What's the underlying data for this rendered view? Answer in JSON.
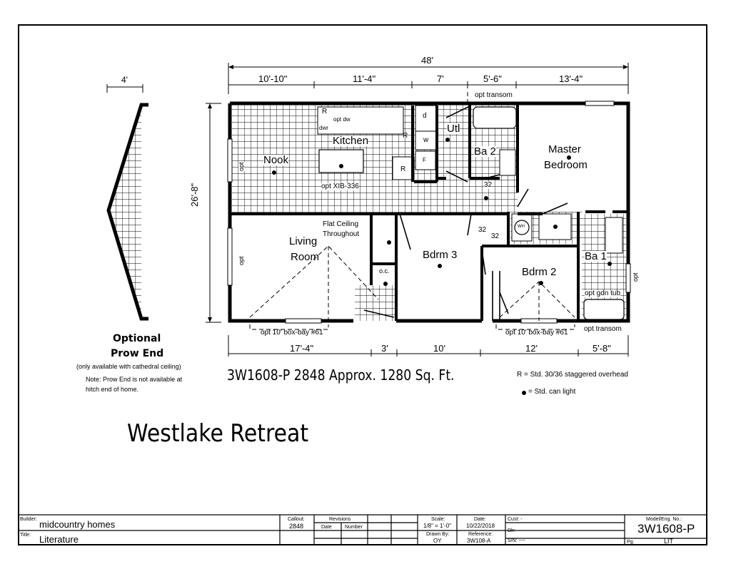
{
  "plan": {
    "overall_width": "48'",
    "depth": "26'-8\"",
    "top_dims": [
      "10'-10\"",
      "11'-4\"",
      "7'",
      "5'-6\"",
      "13'-4\""
    ],
    "bottom_dims": [
      "17'-4\"",
      "3'",
      "10'",
      "12'",
      "5'-8\""
    ],
    "rooms": {
      "nook": "Nook",
      "kitchen": "Kitchen",
      "utl": "Utl",
      "ba2": "Ba 2",
      "master_line1": "Master",
      "master_line2": "Bedroom",
      "living_line1": "Living",
      "living_line2": "Room",
      "bdrm3": "Bdrm 3",
      "bdrm2": "Bdrm 2",
      "ba1": "Ba 1"
    },
    "notes": {
      "opt_transom_top": "opt transom",
      "opt_transom_bottom": "opt transom",
      "opt_xib": "opt XIB-336",
      "flat_ceiling_1": "Flat Ceiling",
      "flat_ceiling_2": "Throughout",
      "opt_gdn_tub": "opt gdn tub",
      "opt_left_nook": "opt",
      "opt_left_living": "opt",
      "opt_right": "opt",
      "box_bay_left": "opt 10' box-bay #61",
      "box_bay_right": "opt 10' box-bay #61",
      "oc": "o.c.",
      "dwr": "dwr",
      "opt_dw": "opt dw",
      "r": "R",
      "d": "d",
      "w": "w",
      "f": "F",
      "wh": "WH",
      "n32a": "32",
      "n32b": "32",
      "n32c": "32"
    }
  },
  "prow": {
    "width": "4'",
    "title1": "Optional",
    "title2": "Prow End",
    "note1": "(only available with cathedral ceiling)",
    "note2": "Note: Prow End is not available at",
    "note3": "hitch end of home."
  },
  "summary": "3W1608-P 2848 Approx. 1280 Sq. Ft.",
  "legend": {
    "r_note": "R = Std. 30/36 staggered overhead",
    "light_note": "= Std. can light"
  },
  "model_name": "Westlake Retreat",
  "title_block": {
    "builder_label": "Builder:",
    "builder": "midcountry homes",
    "title_label": "Title:",
    "title": "Literature",
    "callout_label": "Callout:",
    "callout": "2848",
    "revisions_label": "Revisions",
    "date_label": "Date",
    "number_label": "Number",
    "scale_label": "Scale:",
    "scale": "1/8\" = 1'-0\"",
    "date2_label": "Date:",
    "date": "10/22/2018",
    "drawn_label": "Drawn By:",
    "drawn": "OY",
    "ref_label": "Reference:",
    "reference": "3W108-A",
    "cust": "Cust: -",
    "dlr": "Dlr: -",
    "sn": "S/N: ----",
    "model_label": "Model/Eng. No.:",
    "model": "3W1608-P",
    "pg_label": "Pg:",
    "pg": "LIT"
  }
}
